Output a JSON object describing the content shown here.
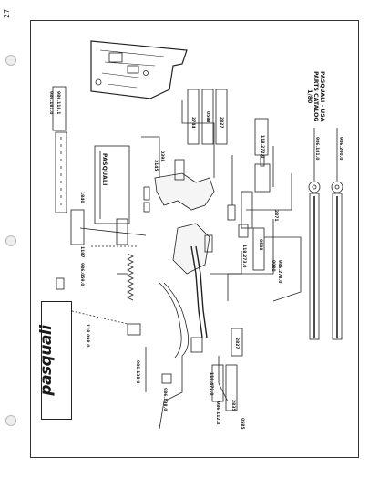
{
  "page": {
    "number": "27"
  },
  "title": {
    "line1": "PASQUALI - USA",
    "line2": "PARTS CATALOG",
    "line3": "1/80"
  },
  "brand": {
    "logo_text": "pasquali",
    "panel_text": "PASQUALI"
  },
  "part_numbers": {
    "p1": "986.181.0",
    "p2": "986.118.1",
    "p3": "1840",
    "p4": "1187",
    "p5": "986.059.0",
    "p6": "118.098.0",
    "p7": "986.138.0",
    "p8": "986.138.0",
    "p9": "118.472.0",
    "p10": "986.112.0",
    "p11": "2835",
    "p12": "0585",
    "p13": "2827",
    "p14": "3145",
    "p15": "0398",
    "p16": "2744",
    "p17": "0588",
    "p18": "2827",
    "p19": "118.272.0",
    "p20": "118.273.0",
    "p21": "0588",
    "p22": "0080",
    "p23": "986.278.0",
    "p24": "2871",
    "p25": "986.181.0",
    "p26": "986.200.0"
  }
}
